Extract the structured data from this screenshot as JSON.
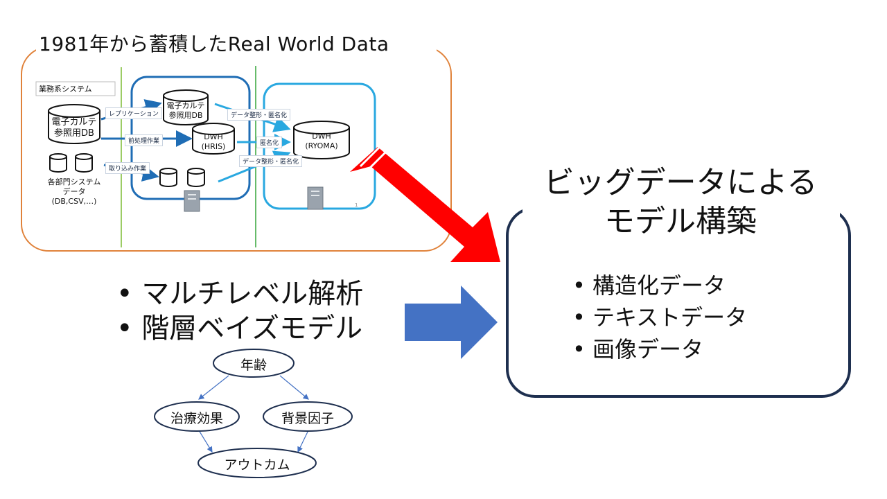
{
  "rwd": {
    "title": "1981年から蓄積したReal World Data",
    "section_label": "業務系システム",
    "db_emr_source": [
      "電子カルテ",
      "参照用DB"
    ],
    "db_emr_replica": [
      "電子カルテ",
      "参照用DB"
    ],
    "dwh_hris": [
      "DWH",
      "(HRIS)"
    ],
    "dwh_ryoma": [
      "DWH",
      "(RYOMA)"
    ],
    "dept_systems": [
      "各部門システム",
      "データ",
      "(DB,CSV,…)"
    ],
    "edge_replication": "レプリケーション",
    "edge_preprocess": "前処理作業",
    "edge_import": "取り込み作業",
    "edge_shaping_anon_top": "データ整形・匿名化",
    "edge_anon": "匿名化",
    "edge_shaping_anon_bottom": "データ整形・匿名化",
    "page_num": "1"
  },
  "methods": {
    "items": [
      "マルチレベル解析",
      "階層ベイズモデル"
    ]
  },
  "graph": {
    "age": "年齢",
    "treatment": "治療効果",
    "background": "背景因子",
    "outcome": "アウトカム"
  },
  "model": {
    "title_line1": "ビッグデータによる",
    "title_line2": "モデル構築",
    "items": [
      "構造化データ",
      "テキストデータ",
      "画像データ"
    ]
  },
  "colors": {
    "orange_border": "#e0823a",
    "red_arrow": "#ff0000",
    "blue_arrow": "#4472c4",
    "navy_border": "#1e2f4f",
    "dwh_blue": "#1f6db5",
    "ryoma_blue": "#29a8e0"
  }
}
